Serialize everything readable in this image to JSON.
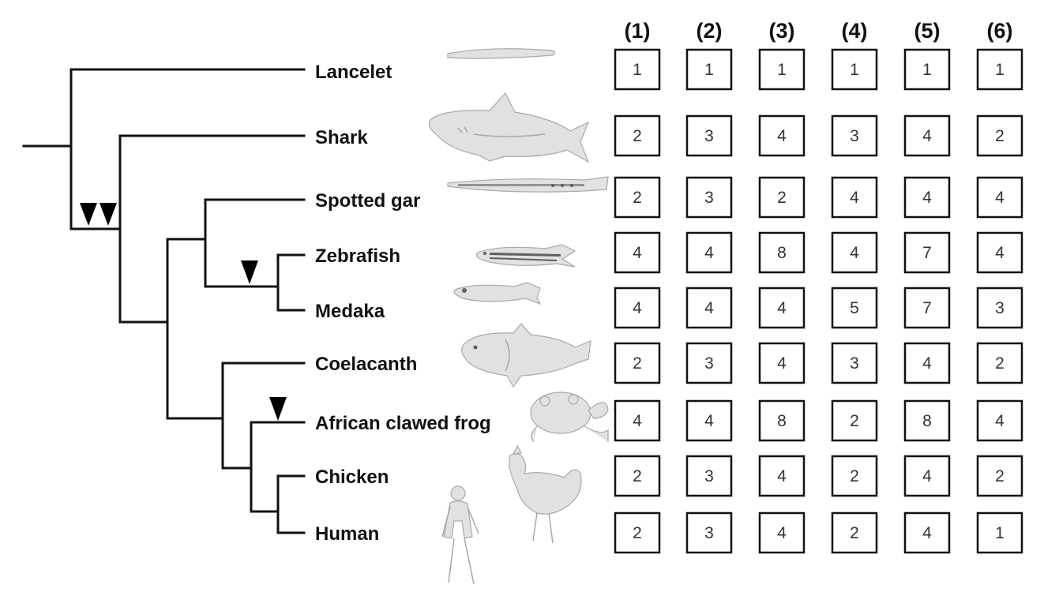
{
  "species": [
    "Lancelet",
    "Shark",
    "Spotted gar",
    "Zebrafish",
    "Medaka",
    "Coelacanth",
    "African clawed frog",
    "Chicken",
    "Human"
  ],
  "columns": [
    "(1)",
    "(2)",
    "(3)",
    "(4)",
    "(5)",
    "(6)"
  ],
  "table": [
    [
      "1",
      "1",
      "1",
      "1",
      "1",
      "1"
    ],
    [
      "2",
      "3",
      "4",
      "3",
      "4",
      "2"
    ],
    [
      "2",
      "3",
      "2",
      "4",
      "4",
      "4"
    ],
    [
      "4",
      "4",
      "8",
      "4",
      "7",
      "4"
    ],
    [
      "4",
      "4",
      "4",
      "5",
      "7",
      "3"
    ],
    [
      "2",
      "3",
      "4",
      "3",
      "4",
      "2"
    ],
    [
      "4",
      "4",
      "8",
      "2",
      "8",
      "4"
    ],
    [
      "2",
      "3",
      "4",
      "2",
      "4",
      "2"
    ],
    [
      "2",
      "3",
      "4",
      "2",
      "4",
      "1"
    ]
  ],
  "illustrations": {
    "lancelet": "lancelet-illustration",
    "shark": "shark-illustration",
    "spotted_gar": "gar-illustration",
    "zebrafish": "zebrafish-illustration",
    "medaka": "medaka-illustration",
    "coelacanth": "coelacanth-illustration",
    "frog": "frog-illustration",
    "chicken": "chicken-illustration",
    "human": "human-illustration"
  },
  "markers": "triangle-markers"
}
